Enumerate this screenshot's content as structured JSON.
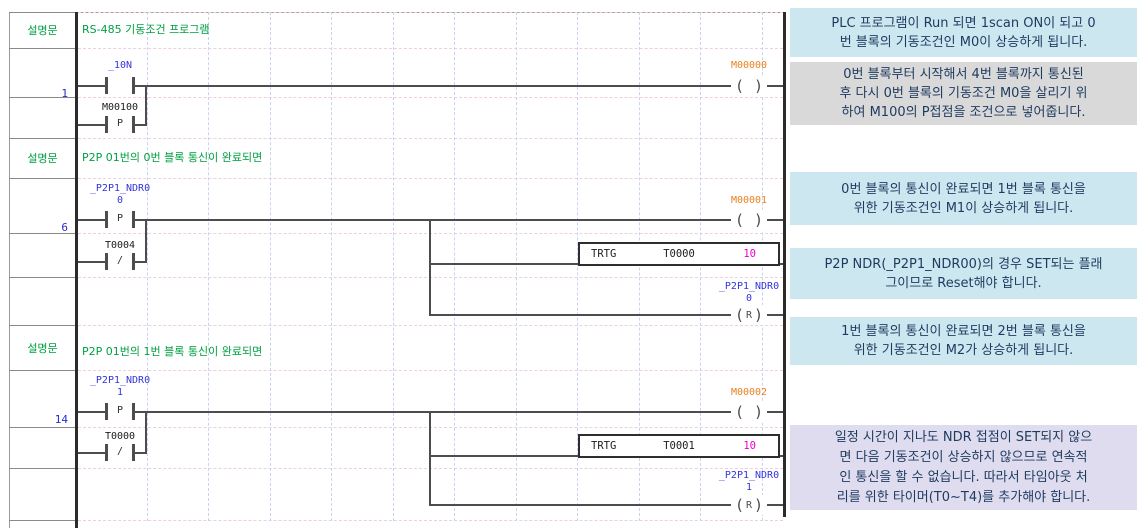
{
  "ladder": {
    "comment_label": "설명문",
    "comments": {
      "c1": "RS-485 기동조건 프로그램",
      "c2": "P2P 01번의 0번 블록 통신이 완료되면",
      "c3": "P2P 01번의 1번 블록 통신이 완료되면"
    },
    "symbols": {
      "p": "P",
      "nc": "/",
      "reset": "R"
    },
    "rung1": {
      "number": "1",
      "contact1": "_10N",
      "contact2": "M00100",
      "coil": "M00000"
    },
    "rung6": {
      "number": "6",
      "contact1": "_P2P1_NDR0",
      "contact1_bit": "0",
      "contact2": "T0004",
      "coil": "M00001",
      "block": {
        "fn": "TRTG",
        "timer": "T0000",
        "preset": "10"
      },
      "reset": {
        "name": "_P2P1_NDR0",
        "bit": "0"
      }
    },
    "rung14": {
      "number": "14",
      "contact1": "_P2P1_NDR0",
      "contact1_bit": "1",
      "contact2": "T0000",
      "coil": "M00002",
      "block": {
        "fn": "TRTG",
        "timer": "T0001",
        "preset": "10"
      },
      "reset": {
        "name": "_P2P1_NDR0",
        "bit": "1"
      }
    }
  },
  "notes": {
    "n1": [
      "PLC 프로그램이 Run 되면 1scan ON이 되고 0",
      "번 블록의 기동조건인 M0이 상승하게 됩니다."
    ],
    "n2": [
      "0번 블록부터 시작해서 4번 블록까지 통신된",
      "후 다시 0번 블록의 기동조건 M0을 살리기 위",
      "하여 M100의 P접점을 조건으로 넣어줍니다."
    ],
    "n3": [
      "0번 블록의 통신이 완료되면 1번 블록 통신을",
      "위한 기동조건인 M1이 상승하게 됩니다."
    ],
    "n4": [
      "P2P NDR(_P2P1_NDR00)의 경우 SET되는 플래",
      "그이므로 Reset해야 합니다."
    ],
    "n5": [
      "1번 블록의 통신이 완료되면 2번 블록 통신을",
      "위한 기동조건인 M2가 상승하게 됩니다."
    ],
    "n6": [
      "일정 시간이 지나도 NDR 접점이 SET되지 않으",
      "면 다음 기동조건이 상승하지 않으므로 연속적",
      "인 통신을 할 수 없습니다. 따라서 타임아웃 처",
      "리를 위한 타이머(T0~T4)를 추가해야 합니다."
    ]
  },
  "colors": {
    "comment_green": "#00A042",
    "device_blue": "#3434DC",
    "coil_orange": "#E8811E",
    "preset_magenta": "#EE00CC",
    "wire_gray": "#4D4D4D",
    "note_cyan": "#CDE7F0",
    "note_gray": "#D9D9D9",
    "note_lavender": "#DEDCEE",
    "note_text": "#1E3A5F"
  }
}
